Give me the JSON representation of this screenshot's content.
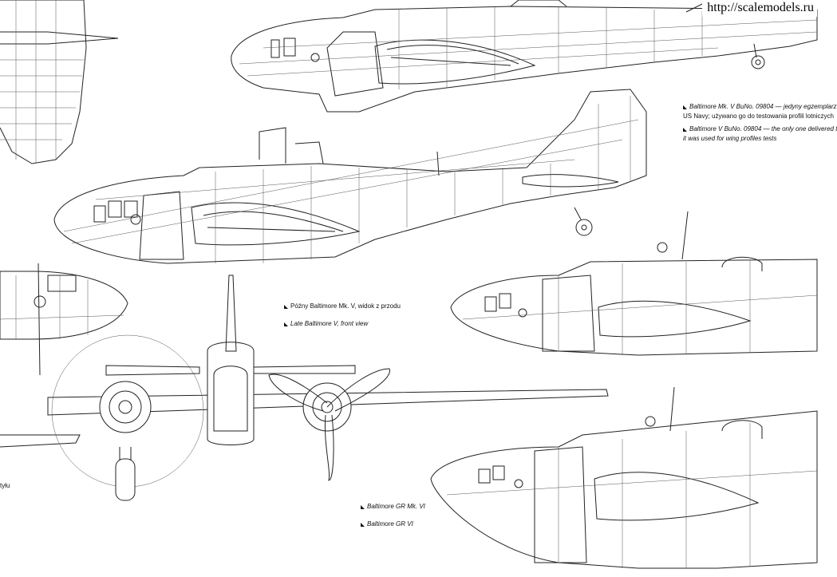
{
  "watermark": "http://scalemodels.ru",
  "captions": {
    "bunO_pl_line1": "Baltimore Mk. V BuNo. 09804 — jedyny egzemplarz",
    "bunO_pl_line2": "US Navy; używano go do testowania profili lotniczych",
    "bunO_en_line1": "Baltimore V BuNo. 09804 — the only one delivered t",
    "bunO_en_line2": "it was used for wing profiles tests",
    "front_pl": "Późny Baltimore Mk. V, widok z przodu",
    "front_en": "Late Baltimore V, front view",
    "gr_pl": "Baltimore GR Mk. VI",
    "gr_en": "Baltimore GR VI",
    "left_fragment": "tyłu"
  }
}
